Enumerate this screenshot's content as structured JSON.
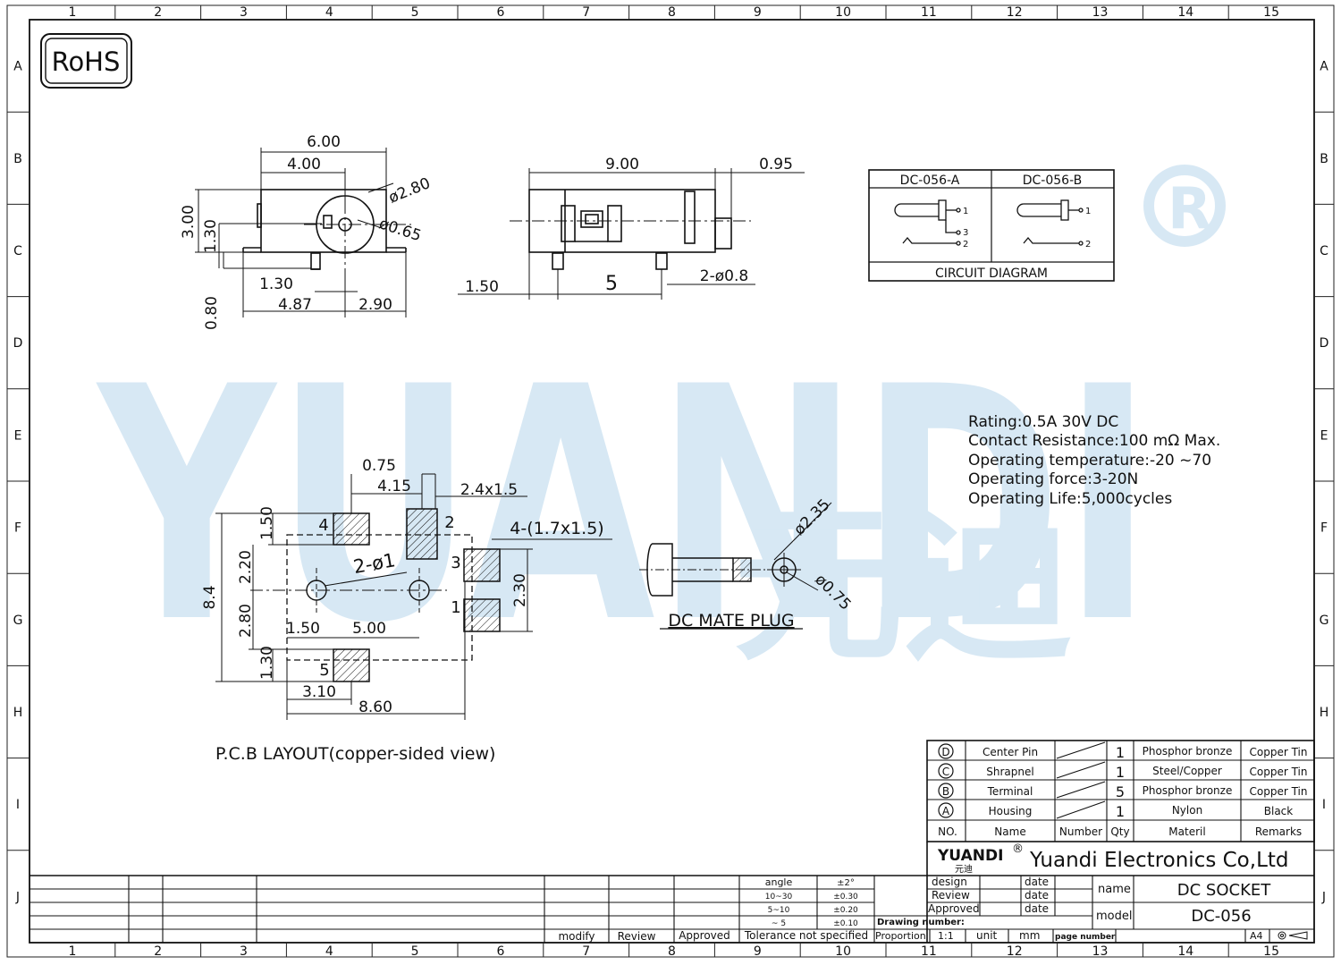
{
  "rohs": "RoHS",
  "grid": {
    "cols": [
      "1",
      "2",
      "3",
      "4",
      "5",
      "6",
      "7",
      "8",
      "9",
      "10",
      "11",
      "12",
      "13",
      "14",
      "15"
    ],
    "rows": [
      "A",
      "B",
      "C",
      "D",
      "E",
      "F",
      "G",
      "H",
      "I",
      "J"
    ]
  },
  "watermark": {
    "brand": "YUANDI",
    "mark": "®",
    "cn": "元迪"
  },
  "dims_front": {
    "w600": "6.00",
    "w400": "4.00",
    "h300": "3.00",
    "h130": "1.30",
    "d280": "ø2.80",
    "d065": "ø0.65",
    "h130b": "1.30",
    "w487": "4.87",
    "w290": "2.90",
    "h080": "0.80"
  },
  "dims_side": {
    "w900": "9.00",
    "w095": "0.95",
    "w150": "1.50",
    "w5": "5",
    "pins": "2-ø0.8"
  },
  "circuit": {
    "col_a": "DC-056-A",
    "col_b": "DC-056-B",
    "pin1": "1",
    "pin2": "2",
    "pin3": "3",
    "caption": "CIRCUIT  DIAGRAM"
  },
  "specs": [
    "Rating:0.5A 30V DC",
    "Contact Resistance:100 mΩ Max.",
    "Operating temperature:-20  ~70",
    "Operating force:3-20N",
    "Operating Life:5,000cycles"
  ],
  "pcb": {
    "d075": "0.75",
    "d415": "4.15",
    "pad": "2.4x1.5",
    "pads": "4-(1.7x1.5)",
    "h150": "1.50",
    "h220": "2.20",
    "h84": "8.4",
    "h280": "2.80",
    "h130": "1.30",
    "h230": "2.30",
    "holes": "2-ø1",
    "w150": "1.50",
    "w500": "5.00",
    "w310": "3.10",
    "w860": "8.60",
    "n1": "1",
    "n2": "2",
    "n3": "3",
    "n4": "4",
    "n5": "5",
    "caption": "P.C.B LAYOUT(copper-sided view)"
  },
  "plug": {
    "d235": "ø2.35",
    "d075": "ø0.75",
    "caption": "DC  MATE  PLUG"
  },
  "bom": {
    "rows": [
      {
        "no": "D",
        "name": "Center Pin",
        "qty": "1",
        "material": "Phosphor bronze",
        "remarks": "Copper Tin"
      },
      {
        "no": "C",
        "name": "Shrapnel",
        "qty": "1",
        "material": "Steel/Copper",
        "remarks": "Copper Tin"
      },
      {
        "no": "B",
        "name": "Terminal",
        "qty": "5",
        "material": "Phosphor bronze",
        "remarks": "Copper Tin"
      },
      {
        "no": "A",
        "name": "Housing",
        "qty": "1",
        "material": "Nylon",
        "remarks": "Black"
      }
    ],
    "header": {
      "no": "NO.",
      "name": "Name",
      "number": "Number",
      "qty": "Qty",
      "material": "Materil",
      "remarks": "Remarks"
    }
  },
  "title_block": {
    "logo": "YUANDI",
    "logo_mark": "®",
    "logo_cn": "元迪",
    "company": "Yuandi Electronics Co,Ltd",
    "design": "design",
    "review": "Review",
    "approved": "Approved",
    "date": "date",
    "drawing_number": "Drawing number:",
    "proportion": "Proportion",
    "scale": "1:1",
    "unit": "unit",
    "unit_val": "mm",
    "page_number": "page number",
    "name_label": "name",
    "name_val": "DC  SOCKET",
    "model_label": "model",
    "model_val": "DC-056",
    "size": "A4"
  },
  "tolerance": {
    "angle": "angle",
    "angle_tol": "±2°",
    "r1": "10~30",
    "r1_tol": "±0.30",
    "r2": "5~10",
    "r2_tol": "±0.20",
    "r3": "~ 5",
    "r3_tol": "±0.10",
    "caption": "Tolerance  not  specified"
  },
  "rev": {
    "modify": "modify",
    "review": "Review",
    "approved": "Approved"
  }
}
